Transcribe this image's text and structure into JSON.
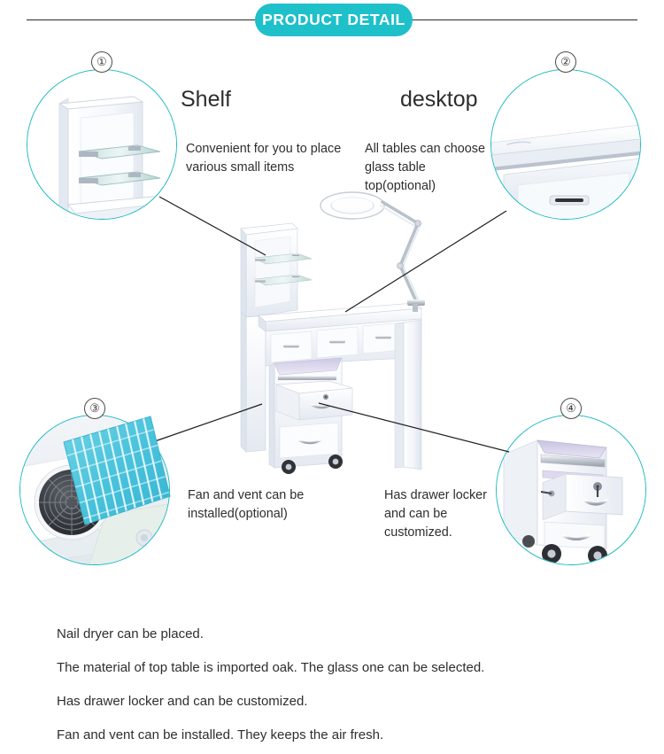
{
  "header": {
    "title": "PRODUCT DETAIL",
    "pill_color": "#1ec0c9",
    "rule_color": "#2b2b2b"
  },
  "theme": {
    "accent": "#1bb9c2",
    "vent_color": "#55c6de",
    "text_color": "#2e2e2e",
    "background": "#ffffff"
  },
  "callouts": [
    {
      "badge": "①",
      "number": 1,
      "heading": "Shelf",
      "text": "Convenient for you to place various small items",
      "image_name": "shelf-with-glass-shelves-photo"
    },
    {
      "badge": "②",
      "number": 2,
      "heading": "desktop",
      "text": "All tables can choose glass table top(optional)",
      "image_name": "desktop-surface-and-drawer-photo"
    },
    {
      "badge": "③",
      "number": 3,
      "heading": "",
      "text": "Fan and vent can be installed(optional)",
      "image_name": "fan-and-vent-grille-photo"
    },
    {
      "badge": "④",
      "number": 4,
      "heading": "",
      "text": "Has drawer locker and can be customized.",
      "image_name": "rolling-drawer-cabinet-photo"
    }
  ],
  "product": {
    "image_name": "white-manicure-nail-table-photo",
    "parts": [
      "shelf-tower",
      "glass-shelves",
      "desktop",
      "three-drawers",
      "magnifying-lamp",
      "rolling-drawer-cabinet"
    ]
  },
  "bottom_notes": [
    "Nail dryer can be placed.",
    "The material of top table is imported oak. The glass one can be selected.",
    "Has drawer locker and can be customized.",
    "Fan and vent can be installed. They keeps the air fresh."
  ]
}
